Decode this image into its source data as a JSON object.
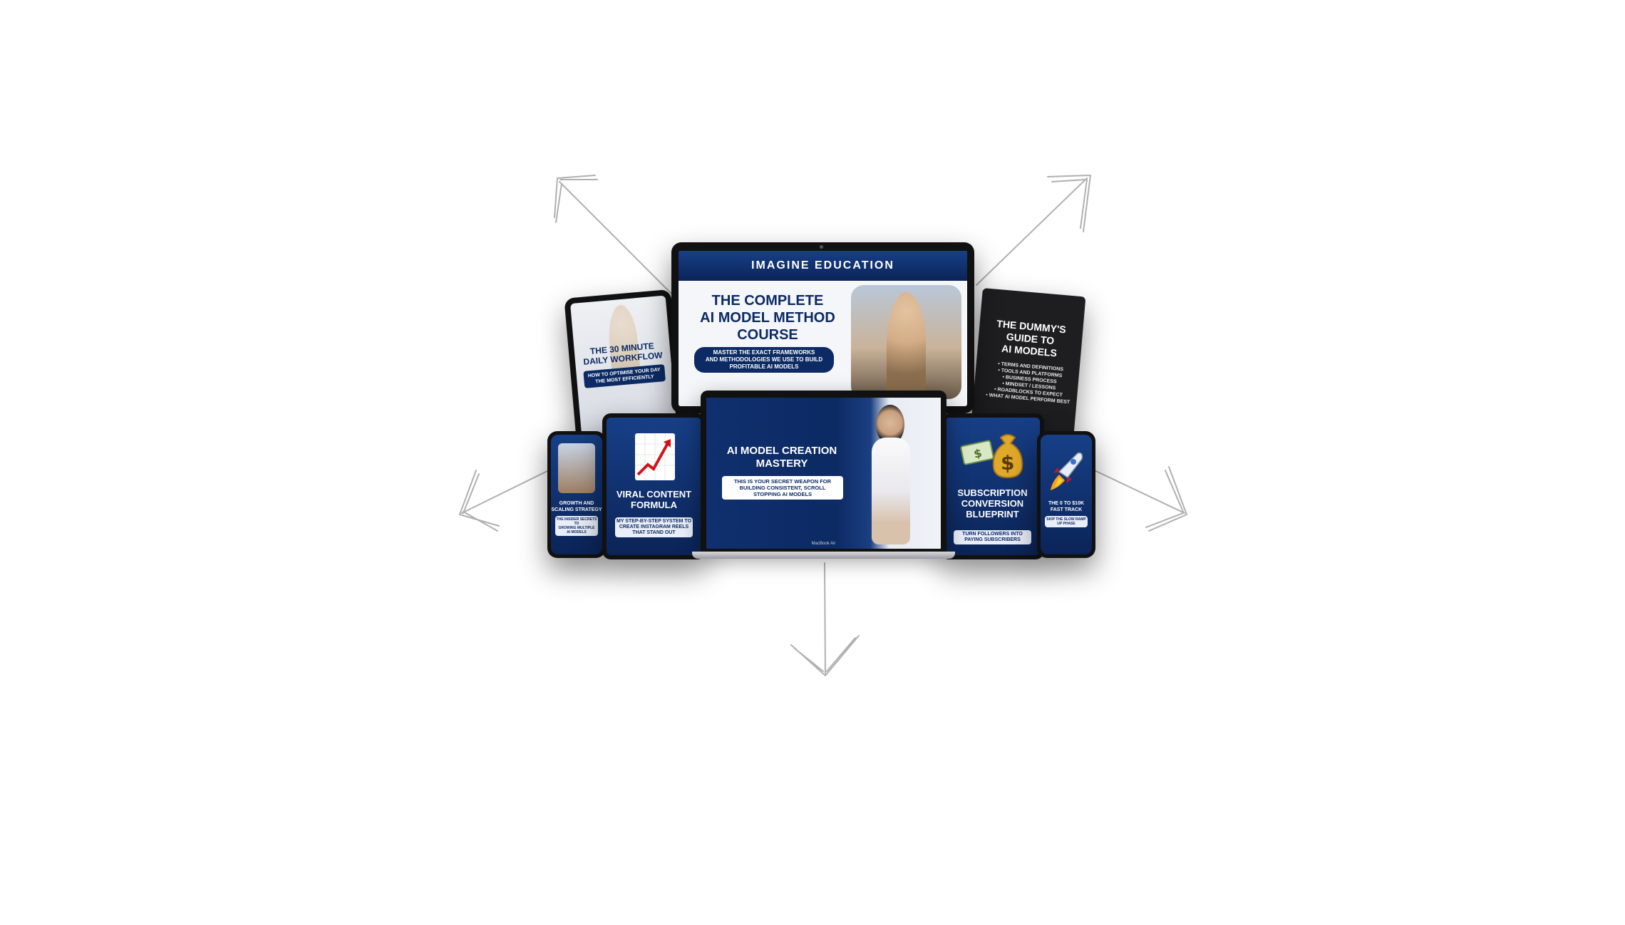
{
  "brand": "IMAGINE EDUCATION",
  "main_course": {
    "title_line1": "THE COMPLETE",
    "title_line2": "AI MODEL METHOD",
    "title_line3": "COURSE",
    "subtitle_line1": "MASTER THE EXACT FRAMEWORKS",
    "subtitle_line2": "AND METHODOLOGIES WE USE TO BUILD",
    "subtitle_line3": "PROFITABLE AI MODELS"
  },
  "workflow": {
    "title_line1": "THE 30 MINUTE",
    "title_line2": "DAILY WORKFLOW",
    "subtitle_line1": "HOW TO OPTIMISE YOUR DAY",
    "subtitle_line2": "THE MOST EFFICIENTLY"
  },
  "dummy_guide": {
    "title_line1": "THE DUMMY'S",
    "title_line2": "GUIDE TO",
    "title_line3": "AI MODELS",
    "bullets": [
      "• TERMS AND DEFINITIONS",
      "• TOOLS AND PLATFORMS",
      "• BUSINESS PROCESS",
      "• MINDSET / LESSONS",
      "• ROADBLOCKS TO EXPECT",
      "• WHAT AI MODEL PERFORM BEST"
    ]
  },
  "laptop": {
    "title_line1": "AI MODEL CREATION",
    "title_line2": "MASTERY",
    "subtitle_line1": "THIS IS YOUR SECRET WEAPON FOR",
    "subtitle_line2": "BUILDING CONSISTENT, SCROLL",
    "subtitle_line3": "STOPPING AI MODELS",
    "model_name": "MacBook Air"
  },
  "viral": {
    "title_line1": "VIRAL CONTENT",
    "title_line2": "FORMULA",
    "subtitle_line1": "MY STEP-BY-STEP SYSTEM TO",
    "subtitle_line2": "CREATE INSTAGRAM REELS",
    "subtitle_line3": "THAT STAND OUT"
  },
  "subscription": {
    "title_line1": "SUBSCRIPTION",
    "title_line2": "CONVERSION",
    "title_line3": "BLUEPRINT",
    "subtitle_line1": "TURN FOLLOWERS INTO",
    "subtitle_line2": "PAYING SUBSCRIBERS"
  },
  "growth": {
    "title_line1": "GROWTH AND",
    "title_line2": "SCALING STRATEGY",
    "subtitle_line1": "THE INSIDER SECRETS TO",
    "subtitle_line2": "GROWING MULTIPLE",
    "subtitle_line3": "AI MODELS"
  },
  "fast_track": {
    "title_line1": "THE 0 TO $10K",
    "title_line2": "FAST TRACK",
    "subtitle_line1": "SKIP THE SLOW RAMP",
    "subtitle_line2": "UP PHASE"
  },
  "icons": [
    "sketch-arrow-icon",
    "chart-up-icon",
    "money-bag-icon",
    "rocket-icon"
  ],
  "colors": {
    "navy": "#0c2a63",
    "navy_light": "#173f87",
    "white": "#ffffff",
    "dark_book": "#1e1e20"
  }
}
